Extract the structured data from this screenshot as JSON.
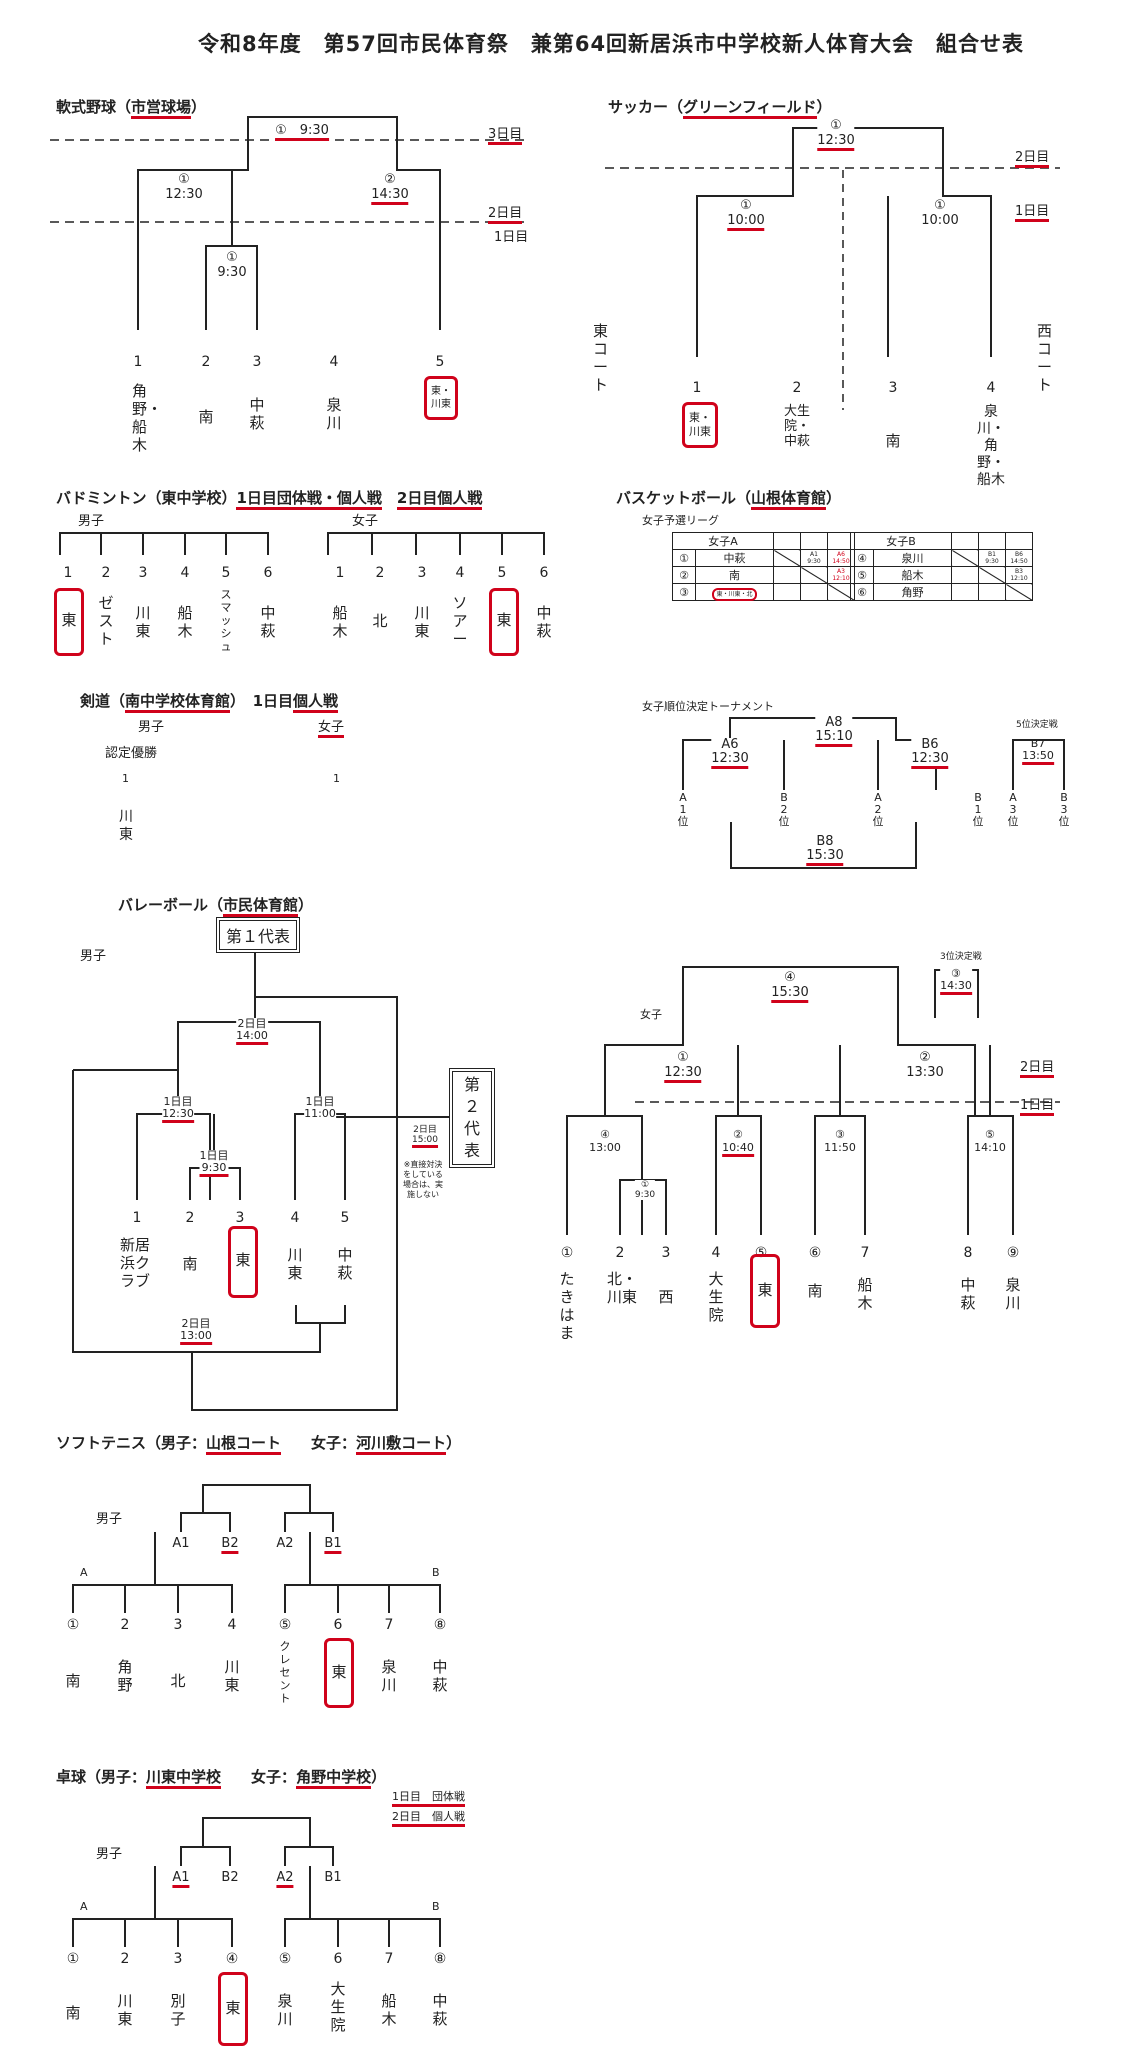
{
  "title": "令和8年度　第57回市民体育祭　兼第64回新居浜市中学校新人体育大会　組合せ表",
  "accent": "#d0021b",
  "baseball": {
    "label": "軟式野球（",
    "venue": "市営球場",
    "close": "）",
    "final": "①　9:30",
    "day3": "3日目",
    "day2": "2日目",
    "day1": "1日目",
    "semi1": "①\n12:30",
    "semi2": "②\n14:30",
    "first": "①\n9:30",
    "teams": [
      {
        "no": "1",
        "name": "角野・船木"
      },
      {
        "no": "2",
        "name": "南"
      },
      {
        "no": "3",
        "name": "中萩"
      },
      {
        "no": "4",
        "name": "泉川"
      },
      {
        "no": "5",
        "name": "東・川東"
      }
    ]
  },
  "soccer": {
    "label": "サッカー（",
    "venue": "グリーンフィールド",
    "close": "）",
    "final": "①\n12:30",
    "day2": "2日目",
    "day1": "1日目",
    "semi1": "①\n10:00",
    "semi2": "①\n10:00",
    "east": "東コート",
    "west": "西コート",
    "teams": [
      {
        "no": "1",
        "name": "東・川東"
      },
      {
        "no": "2",
        "name": "大生院・中萩"
      },
      {
        "no": "3",
        "name": "南"
      },
      {
        "no": "4",
        "name": "泉川・角野・船木"
      }
    ]
  },
  "badminton": {
    "label": "バドミントン（東中学校）",
    "day1": "1日目団体戦・個人戦",
    "day2": "2日目個人戦",
    "boys": "男子",
    "girls": "女子",
    "boys_teams": [
      {
        "no": "1",
        "name": "東"
      },
      {
        "no": "2",
        "name": "ゼスト"
      },
      {
        "no": "3",
        "name": "川東"
      },
      {
        "no": "4",
        "name": "船木"
      },
      {
        "no": "5",
        "name": "スマッシュ"
      },
      {
        "no": "6",
        "name": "中萩"
      }
    ],
    "girls_teams": [
      {
        "no": "1",
        "name": "船木"
      },
      {
        "no": "2",
        "name": "北"
      },
      {
        "no": "3",
        "name": "川東"
      },
      {
        "no": "4",
        "name": "ソアー"
      },
      {
        "no": "5",
        "name": "東"
      },
      {
        "no": "6",
        "name": "中萩"
      }
    ]
  },
  "basketball": {
    "label": "バスケットボール（",
    "venue": "山根体育館",
    "close": "）",
    "league": "女子予選リーグ",
    "groupA": "女子A",
    "groupB": "女子B",
    "groupA_rows": [
      {
        "no": "①",
        "name": "中萩"
      },
      {
        "no": "②",
        "name": "南"
      },
      {
        "no": "③",
        "name": "東・川東・北"
      }
    ],
    "groupB_rows": [
      {
        "no": "④",
        "name": "泉川"
      },
      {
        "no": "⑤",
        "name": "船木"
      },
      {
        "no": "⑥",
        "name": "角野"
      }
    ],
    "a_cells": [
      "A1\n9:30",
      "A6\n14:50",
      "A3\n12:10"
    ],
    "b_cells": [
      "B1\n9:30",
      "B6\n14:50",
      "B3\n12:10"
    ],
    "tournament": "女子順位決定トーナメント",
    "a8": "A8",
    "a8_time": "15:10",
    "a6": "A6",
    "a6_time": "12:30",
    "b6": "B6",
    "b6_time": "12:30",
    "b8": "B8",
    "b8_time": "15:30",
    "fifth": "5位決定戦",
    "b7": "B7",
    "b7_time": "13:50",
    "seeds": [
      "A\n1\n位",
      "B\n2\n位",
      "A\n2\n位",
      "B\n1\n位",
      "A\n3\n位",
      "B\n3\n位"
    ]
  },
  "kendo": {
    "label": "剣道（",
    "venue": "南中学校体育館",
    "close": "）",
    "day": "1日目",
    "type": "個人戦",
    "boys": "男子",
    "girls": "女子",
    "note": "認定優勝",
    "boys_no": "1",
    "boys_team": "川東",
    "girls_no": "1"
  },
  "volleyball": {
    "label": "バレーボール（",
    "venue": "市民体育館",
    "close": "）",
    "boys": "男子",
    "rep1": "第１代表",
    "rep2": "第２代表",
    "m_top": "2日目\n14:00",
    "m_left": "1日目\n12:30",
    "m_sub": "1日目\n9:30",
    "m_right": "1日目\n11:00",
    "m_side": "2日目\n15:00",
    "m_note": "※直接対決をしている場合は、実施しない",
    "m_bottom": "2日目\n13:00",
    "m_teams": [
      {
        "no": "1",
        "name": "新居浜クラブ"
      },
      {
        "no": "2",
        "name": "南"
      },
      {
        "no": "3",
        "name": "東"
      },
      {
        "no": "4",
        "name": "川東"
      },
      {
        "no": "5",
        "name": "中萩"
      }
    ],
    "girls": "女子",
    "third": "3位決定戦",
    "f_top": "④\n15:30",
    "f_third": "③\n14:30",
    "f_left": "①\n12:30",
    "f_right": "②\n13:30",
    "day2": "2日目",
    "day1": "1日目",
    "f_a": "④\n13:00",
    "f_b": "①\n9:30",
    "f_c": "②\n10:40",
    "f_d": "③\n11:50",
    "f_e": "⑤\n14:10",
    "f_teams": [
      {
        "no": "①",
        "name": "たきはま"
      },
      {
        "no": "2",
        "name": "北・川東"
      },
      {
        "no": "3",
        "name": "西"
      },
      {
        "no": "4",
        "name": "大生院"
      },
      {
        "no": "⑤",
        "name": "東"
      },
      {
        "no": "⑥",
        "name": "南"
      },
      {
        "no": "7",
        "name": "船木"
      },
      {
        "no": "8",
        "name": "中萩"
      },
      {
        "no": "⑨",
        "name": "泉川"
      }
    ]
  },
  "softtennis": {
    "label1": "ソフトテニス（男子：",
    "venue1": "山根コート",
    "label2": "女子：",
    "venue2": "河川敷コート",
    "close": "）",
    "boys": "男子",
    "a1": "A1",
    "b2": "B2",
    "a2": "A2",
    "b1": "B1",
    "gA": "A",
    "gB": "B",
    "teams": [
      {
        "no": "①",
        "name": "南"
      },
      {
        "no": "2",
        "name": "角野"
      },
      {
        "no": "3",
        "name": "北"
      },
      {
        "no": "4",
        "name": "川東"
      },
      {
        "no": "⑤",
        "name": "クレセント"
      },
      {
        "no": "6",
        "name": "東"
      },
      {
        "no": "7",
        "name": "泉川"
      },
      {
        "no": "⑧",
        "name": "中萩"
      }
    ]
  },
  "tabletennis": {
    "label1": "卓球（男子：",
    "venue1": "川東中学校",
    "label2": "女子：",
    "venue2": "角野中学校",
    "close": "）",
    "day1": "1日目　団体戦",
    "day2": "2日目　個人戦",
    "boys": "男子",
    "a1": "A1",
    "b2": "B2",
    "a2": "A2",
    "b1": "B1",
    "gA": "A",
    "gB": "B",
    "teams": [
      {
        "no": "①",
        "name": "南"
      },
      {
        "no": "2",
        "name": "川東"
      },
      {
        "no": "3",
        "name": "別子"
      },
      {
        "no": "④",
        "name": "東"
      },
      {
        "no": "⑤",
        "name": "泉川"
      },
      {
        "no": "6",
        "name": "大生院"
      },
      {
        "no": "7",
        "name": "船木"
      },
      {
        "no": "⑧",
        "name": "中萩"
      }
    ]
  }
}
